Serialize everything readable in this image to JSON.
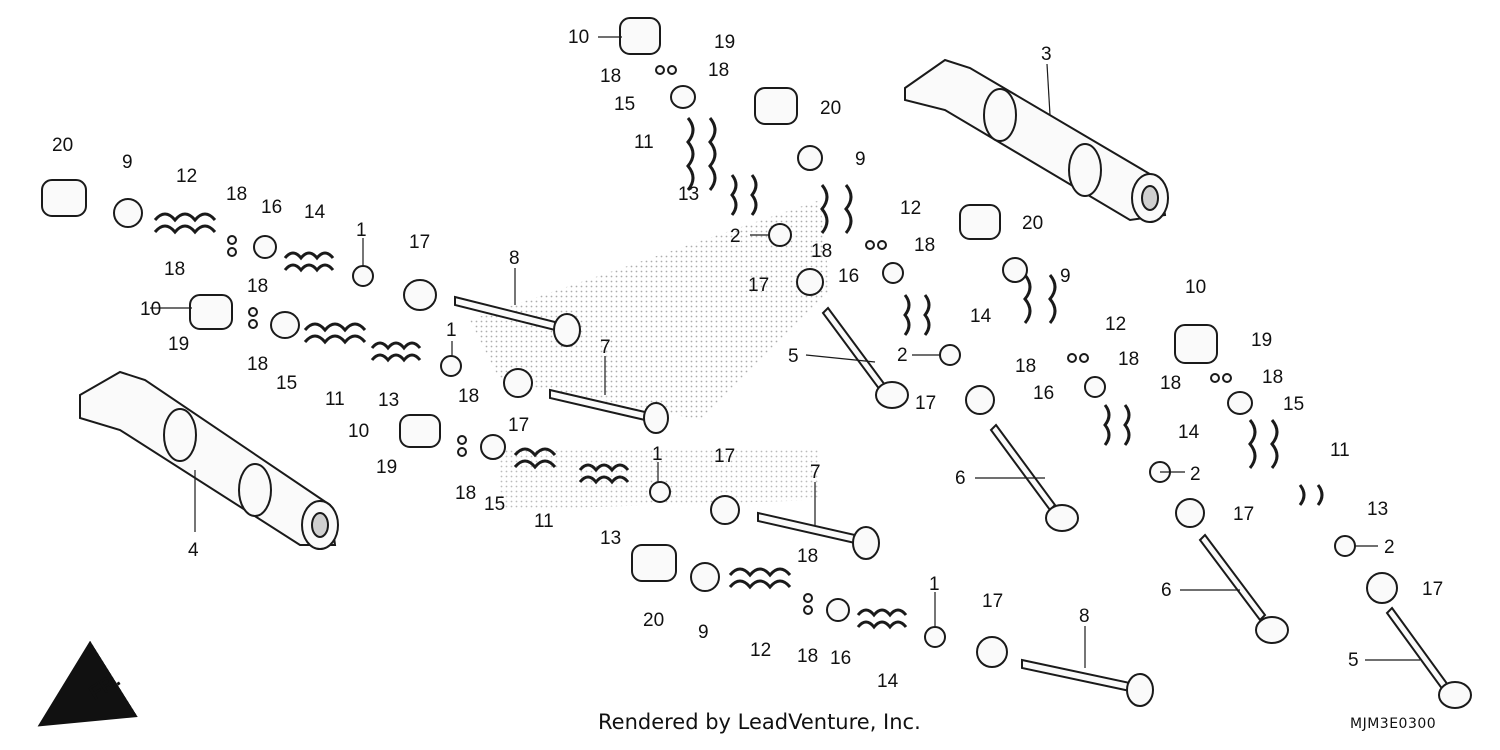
{
  "credit": "Rendered by LeadVenture, Inc.",
  "diagram_code": "MJM3E0300",
  "direction_label": "FR.",
  "callouts": [
    "1",
    "2",
    "3",
    "4",
    "5",
    "6",
    "7",
    "8",
    "9",
    "10",
    "11",
    "12",
    "13",
    "14",
    "15",
    "16",
    "17",
    "18",
    "19",
    "20"
  ]
}
